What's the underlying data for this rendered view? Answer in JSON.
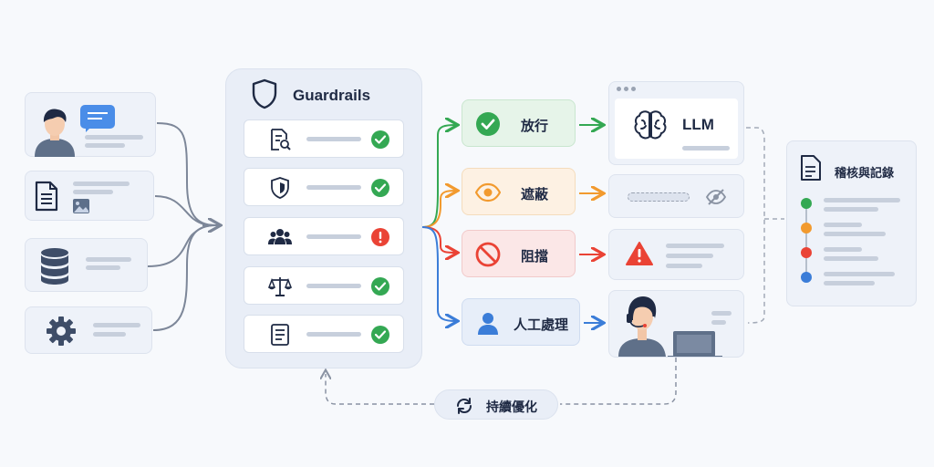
{
  "guardrails": {
    "title": "Guardrails",
    "checks": [
      {
        "icon": "document-search-icon",
        "status": "pass"
      },
      {
        "icon": "shield-lock-icon",
        "status": "pass"
      },
      {
        "icon": "people-icon",
        "status": "alert"
      },
      {
        "icon": "scale-icon",
        "status": "pass"
      },
      {
        "icon": "checklist-icon",
        "status": "pass"
      }
    ]
  },
  "inputs": [
    {
      "icon": "user-chat-icon"
    },
    {
      "icon": "document-image-icon"
    },
    {
      "icon": "database-icon"
    },
    {
      "icon": "gear-icon"
    }
  ],
  "actions": [
    {
      "label": "放行",
      "icon": "check-circle-icon",
      "color": "#34a853"
    },
    {
      "label": "遮蔽",
      "icon": "eye-icon",
      "color": "#f29a2e"
    },
    {
      "label": "阻擋",
      "icon": "no-entry-icon",
      "color": "#ea4335"
    },
    {
      "label": "人工處理",
      "icon": "person-icon",
      "color": "#3b7dd8"
    }
  ],
  "results": {
    "llm_label": "LLM",
    "masked_icon": "eye-off-icon",
    "blocked_icon": "warning-icon",
    "human_icon": "agent-laptop-icon"
  },
  "audit": {
    "title": "稽核與記錄",
    "icon": "document-icon",
    "timeline_colors": [
      "#34a853",
      "#f29a2e",
      "#ea4335",
      "#3b7dd8"
    ]
  },
  "feedback": {
    "label": "持續優化",
    "icon": "refresh-icon"
  },
  "colors": {
    "pass": "#34a853",
    "alert": "#ea4335",
    "mask": "#f29a2e",
    "human": "#3b7dd8",
    "connector": "#7d8799"
  }
}
